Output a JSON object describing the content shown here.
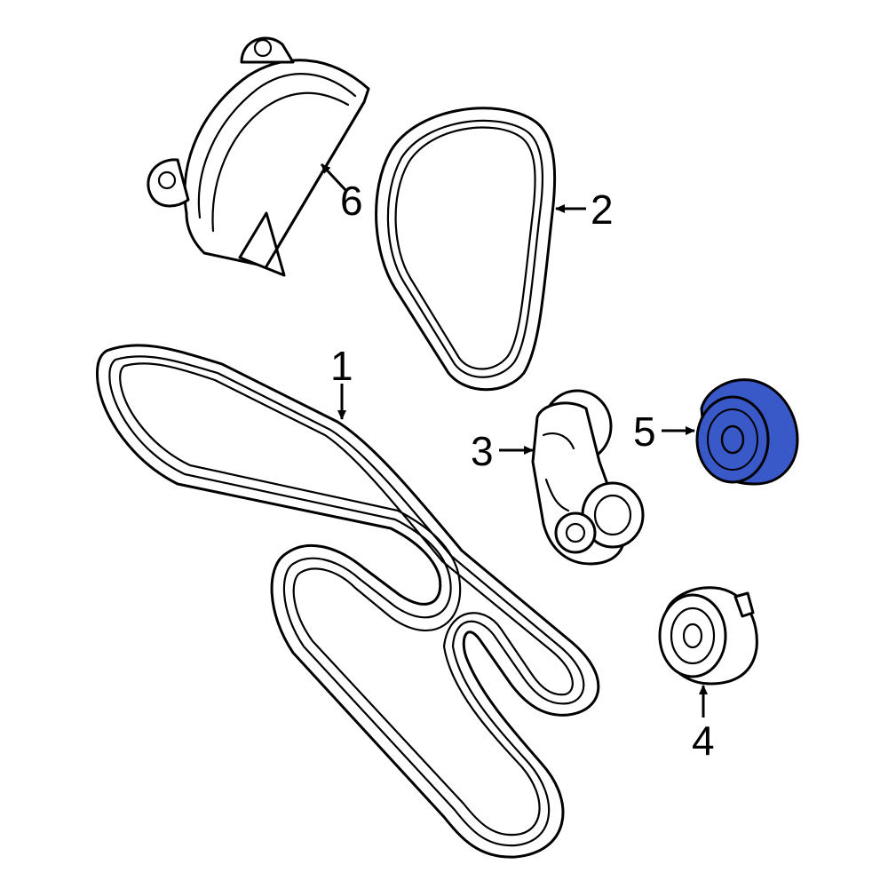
{
  "diagram": {
    "highlight_color": "#3a59c8",
    "callouts": [
      {
        "id": "1",
        "label": "1"
      },
      {
        "id": "2",
        "label": "2"
      },
      {
        "id": "3",
        "label": "3"
      },
      {
        "id": "4",
        "label": "4"
      },
      {
        "id": "5",
        "label": "5"
      },
      {
        "id": "6",
        "label": "6"
      }
    ],
    "highlighted_part": "5"
  }
}
